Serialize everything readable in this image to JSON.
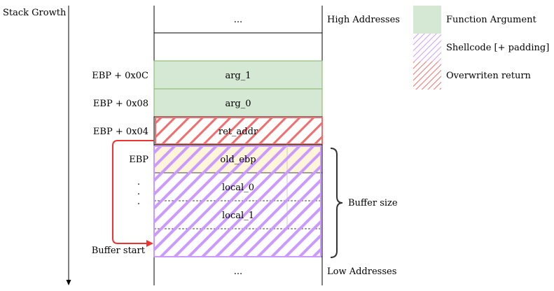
{
  "stack_growth_label": "Stack Growth",
  "addresses": {
    "high": "High Addresses",
    "low": "Low Addresses"
  },
  "cells": {
    "top_ellipsis": "...",
    "arg_1": "arg_1",
    "arg_0": "arg_0",
    "ret_addr": "ret_addr",
    "old_ebp": "old_ebp",
    "local_0": "local_0",
    "local_1": "local_1",
    "bottom_ellipsis": "..."
  },
  "offsets": {
    "ebp_0c": "EBP + 0x0C",
    "ebp_08": "EBP + 0x08",
    "ebp_04": "EBP + 0x04",
    "ebp": "EBP",
    "dots": "."
  },
  "buffer_start": "Buffer start",
  "buffer_size": "Buffer size",
  "legend": [
    {
      "label": "Function Argument",
      "color": "#d5e8d4"
    },
    {
      "label": "Shellcode [+ padding]",
      "color": "#cc99ff"
    },
    {
      "label": "Overwriten return",
      "color": "#f26d6d"
    }
  ],
  "colors": {
    "argument_fill": "#d5e8d4",
    "argument_border": "#82b366",
    "shellcode_hatch": "#cc99ff",
    "overwrite_hatch": "#f26d6d",
    "old_ebp_fill": "#fff2cc",
    "arrow_red": "#ee3333"
  }
}
